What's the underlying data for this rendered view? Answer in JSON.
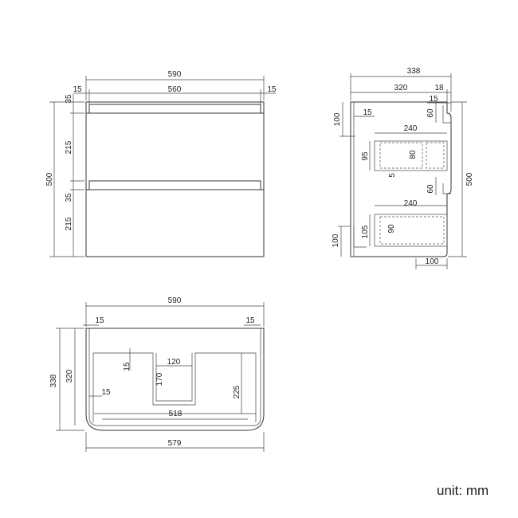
{
  "front_view": {
    "width_total": "590",
    "side_left": "15",
    "inner_width": "560",
    "side_right": "15",
    "top_rail": "35",
    "drawer_upper": "215",
    "mid_rail": "35",
    "drawer_lower": "215",
    "height_total": "500"
  },
  "side_view": {
    "depth_total": "338",
    "depth_inner": "320",
    "front_thickness": "18",
    "panel_15_top": "15",
    "handle_60_top": "60",
    "kick_100_top": "100",
    "back_15": "15",
    "drawer_upper_depth": "240",
    "drawer_upper_height": "95",
    "drawer_upper_inner": "80",
    "drawer_upper_base": "5",
    "handle_60_mid": "60",
    "drawer_lower_depth": "240",
    "drawer_lower_height": "105",
    "drawer_lower_inner": "90",
    "kick_100_bottom": "100",
    "base_100": "100",
    "height_total": "500"
  },
  "top_view": {
    "width_total": "590",
    "side_left": "15",
    "side_right": "15",
    "depth_total": "338",
    "depth_inner": "320",
    "back_15": "15",
    "cutout_width": "120",
    "cutout_depth": "170",
    "side_15": "15",
    "right_depth": "225",
    "inner_width": "518",
    "front_width": "579"
  },
  "unit_label": "unit: mm"
}
